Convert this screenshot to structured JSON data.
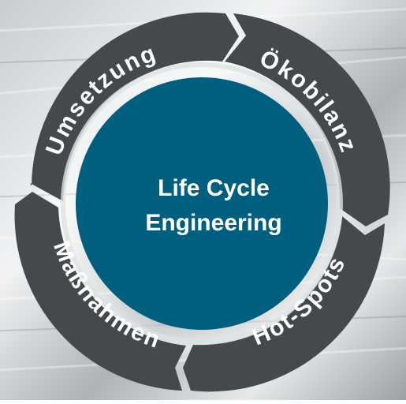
{
  "center": {
    "line1": "Life Cycle",
    "line2": "Engineering"
  },
  "cycle": {
    "segments": [
      {
        "key": "umsetzung",
        "label": "Umsetzung"
      },
      {
        "key": "oekobilanz",
        "label": "Ökobilanz"
      },
      {
        "key": "hotspots",
        "label": "Hot-Spots"
      },
      {
        "key": "massnahmen",
        "label": "Maßnahmen"
      }
    ]
  },
  "colors": {
    "center_fill": "#005f7e",
    "segment_fill": "#45494b",
    "label_color": "#ffffff",
    "background_light": "#e9ebec",
    "background_dark": "#8e9397"
  }
}
